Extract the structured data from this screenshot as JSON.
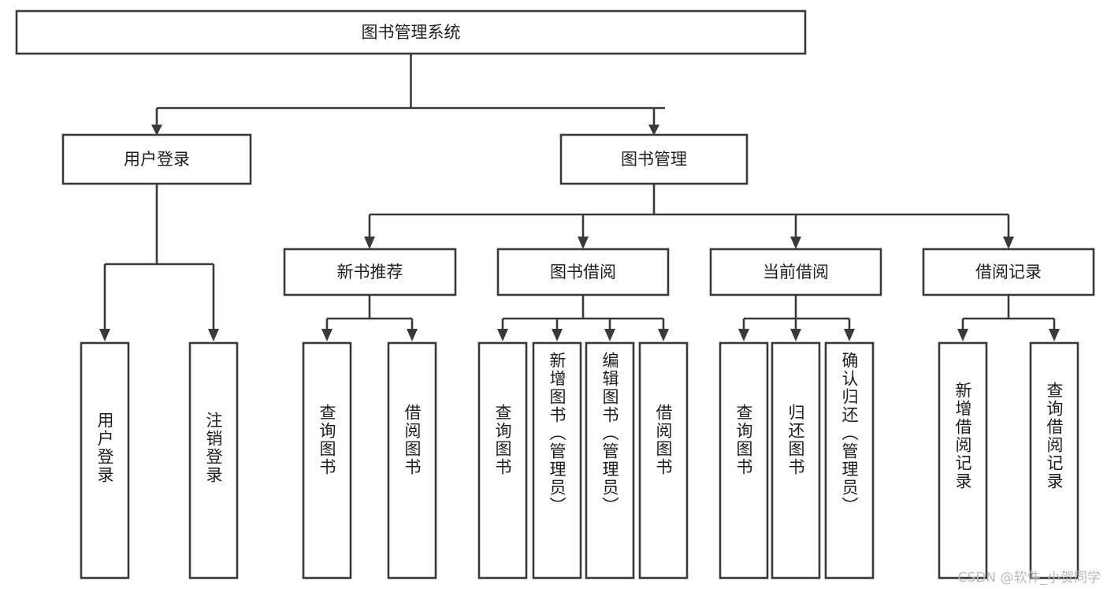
{
  "diagram": {
    "title": "图书管理系统",
    "type": "tree-hierarchy-chart",
    "root": {
      "id": "root",
      "label": "图书管理系统",
      "orientation": "horizontal"
    },
    "level1": [
      {
        "id": "user-login",
        "label": "用户登录",
        "orientation": "horizontal"
      },
      {
        "id": "book-management",
        "label": "图书管理",
        "orientation": "horizontal"
      }
    ],
    "level2": [
      {
        "id": "new-book-recommend",
        "label": "新书推荐",
        "parent": "book-management",
        "orientation": "horizontal"
      },
      {
        "id": "book-borrow",
        "label": "图书借阅",
        "parent": "book-management",
        "orientation": "horizontal"
      },
      {
        "id": "current-borrow",
        "label": "当前借阅",
        "parent": "book-management",
        "orientation": "horizontal"
      },
      {
        "id": "borrow-record",
        "label": "借阅记录",
        "parent": "book-management",
        "orientation": "horizontal"
      }
    ],
    "leaves": [
      {
        "id": "leaf-user-login",
        "label": "用户登录",
        "parent": "user-login",
        "orientation": "vertical"
      },
      {
        "id": "leaf-logout-login",
        "label": "注销登录",
        "parent": "user-login",
        "orientation": "vertical"
      },
      {
        "id": "leaf-query-book-1",
        "label": "查询图书",
        "parent": "new-book-recommend",
        "orientation": "vertical"
      },
      {
        "id": "leaf-borrow-book-1",
        "label": "借阅图书",
        "parent": "new-book-recommend",
        "orientation": "vertical"
      },
      {
        "id": "leaf-query-book-2",
        "label": "查询图书",
        "parent": "book-borrow",
        "orientation": "vertical"
      },
      {
        "id": "leaf-add-book",
        "label": "新增图书（管理员）",
        "parent": "book-borrow",
        "orientation": "vertical"
      },
      {
        "id": "leaf-edit-book",
        "label": "编辑图书（管理员）",
        "parent": "book-borrow",
        "orientation": "vertical"
      },
      {
        "id": "leaf-borrow-book-2",
        "label": "借阅图书",
        "parent": "book-borrow",
        "orientation": "vertical"
      },
      {
        "id": "leaf-query-book-3",
        "label": "查询图书",
        "parent": "current-borrow",
        "orientation": "vertical"
      },
      {
        "id": "leaf-return-book",
        "label": "归还图书",
        "parent": "current-borrow",
        "orientation": "vertical"
      },
      {
        "id": "leaf-confirm-return",
        "label": "确认归还（管理员）",
        "parent": "current-borrow",
        "orientation": "vertical"
      },
      {
        "id": "leaf-add-record",
        "label": "新增借阅记录",
        "parent": "borrow-record",
        "orientation": "vertical"
      },
      {
        "id": "leaf-query-record",
        "label": "查询借阅记录",
        "parent": "borrow-record",
        "orientation": "vertical"
      }
    ],
    "colors": {
      "box_stroke": "#3a3a3c",
      "box_fill": "#ffffff",
      "connector": "#3a3a3c",
      "text": "#1d1d1f",
      "background": "#ffffff",
      "watermark": "#b9b9bc"
    }
  },
  "watermark": {
    "text": "CSDN @软件_小贺同学"
  }
}
